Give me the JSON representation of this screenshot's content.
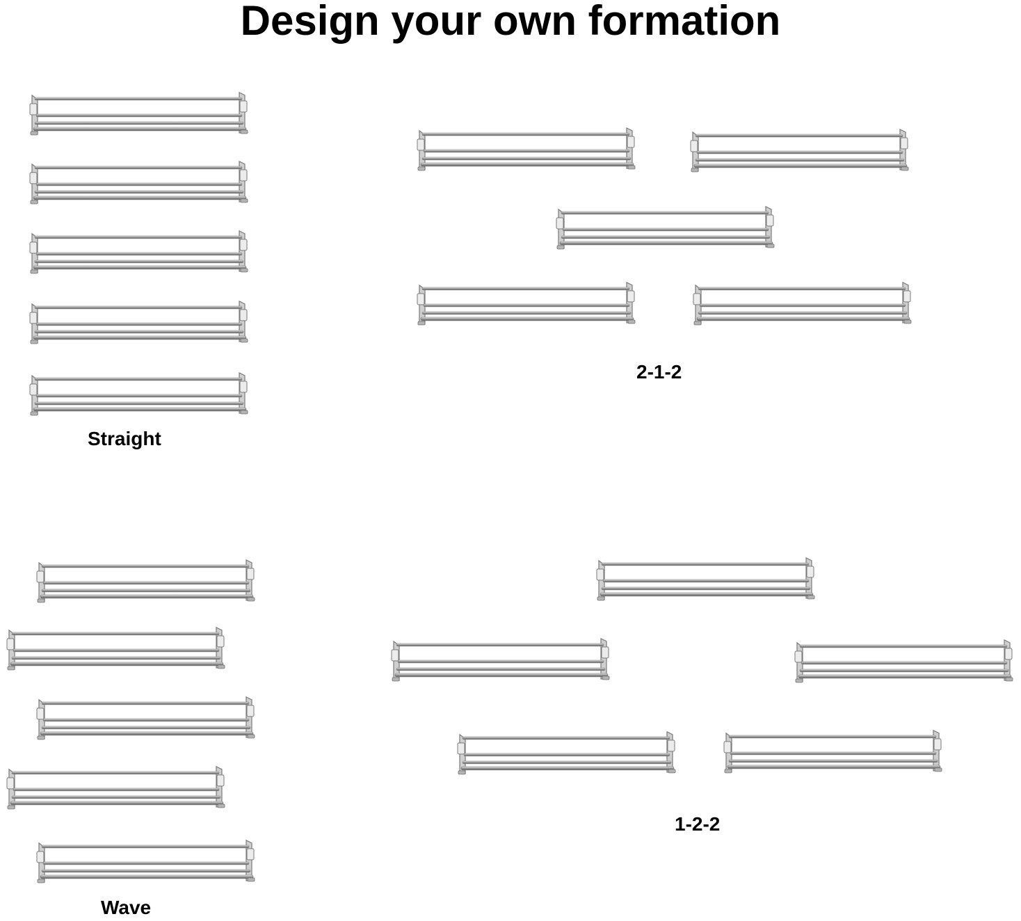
{
  "title": "Design your own formation",
  "formations": {
    "straight": {
      "label": "Straight"
    },
    "two_one_two": {
      "label": "2-1-2"
    },
    "wave": {
      "label": "Wave"
    },
    "one_two_two": {
      "label": "1-2-2"
    }
  },
  "colors": {
    "rail_light": "#d8d8d8",
    "rail_mid": "#a9a9a9",
    "rail_dark": "#6e6e6e"
  },
  "icon": "towel-rack-shelf-icon"
}
